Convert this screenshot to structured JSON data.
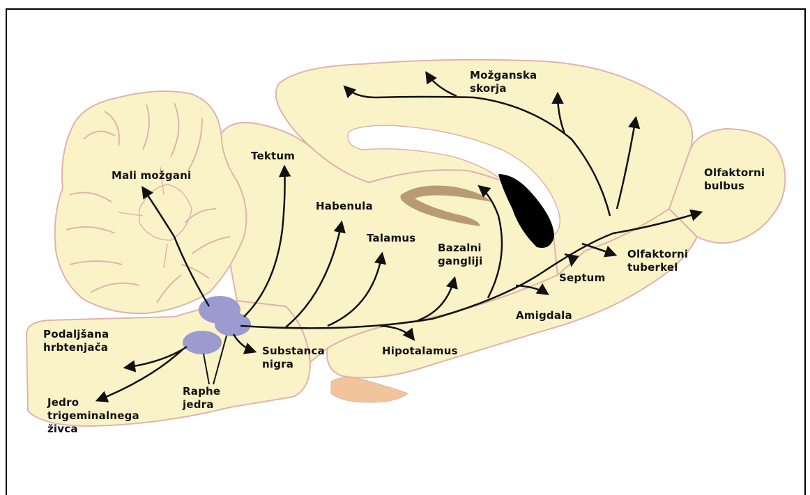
{
  "colors": {
    "tissue": "#fbf3c8",
    "outline": "#e0b3ad",
    "ventricle": "#ffffff",
    "raphe": "#9b9bcf",
    "hippocampus": "#b89a73",
    "pituitary": "#f2c49b",
    "arrow": "#111111"
  },
  "labels": {
    "mali_mozgani": "Mali možgani",
    "tektum": "Tektum",
    "habenula": "Habenula",
    "talamus": "Talamus",
    "bazalni_1": "Bazalni",
    "bazalni_2": "gangliji",
    "mozganska_1": "Možganska",
    "mozganska_2": "skorja",
    "olf_bulbus_1": "Olfaktorni",
    "olf_bulbus_2": "bulbus",
    "olf_tuberkel_1": "Olfaktorni",
    "olf_tuberkel_2": "tuberkel",
    "septum": "Septum",
    "amigdala": "Amigdala",
    "hipotalamus": "Hipotalamus",
    "substanca_1": "Substanca",
    "substanca_2": "nigra",
    "raphe_1": "Raphe",
    "raphe_2": "jedra",
    "podaljsana_1": "Podaljšana",
    "podaljsana_2": "hrbtenjača",
    "jedro_1": "Jedro",
    "jedro_2": "trigeminalnega",
    "jedro_3": "živca"
  }
}
